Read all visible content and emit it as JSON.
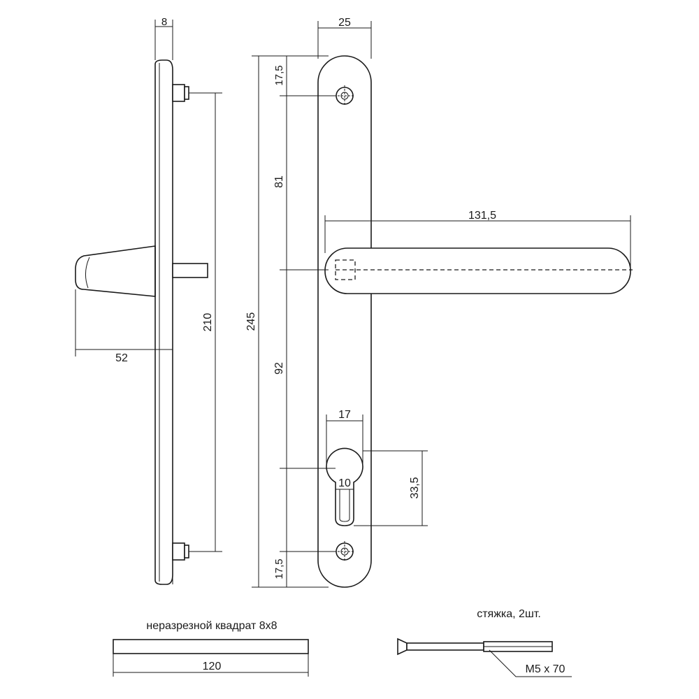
{
  "dimensions": {
    "side_thickness": "8",
    "side_depth": "52",
    "side_screw_spacing": "210",
    "plate_width": "25",
    "plate_length": "245",
    "top_screw_offset": "17,5",
    "screw_to_handle": "81",
    "handle_to_cylinder": "92",
    "bottom_screw_offset": "17,5",
    "handle_length": "131,5",
    "cylinder_diameter": "17",
    "cylinder_slot_width": "10",
    "cylinder_height": "33,5"
  },
  "spindle": {
    "caption": "неразрезной квадрат 8x8",
    "length": "120"
  },
  "bolt": {
    "caption": "стяжка, 2шт.",
    "spec": "M5 x 70"
  }
}
